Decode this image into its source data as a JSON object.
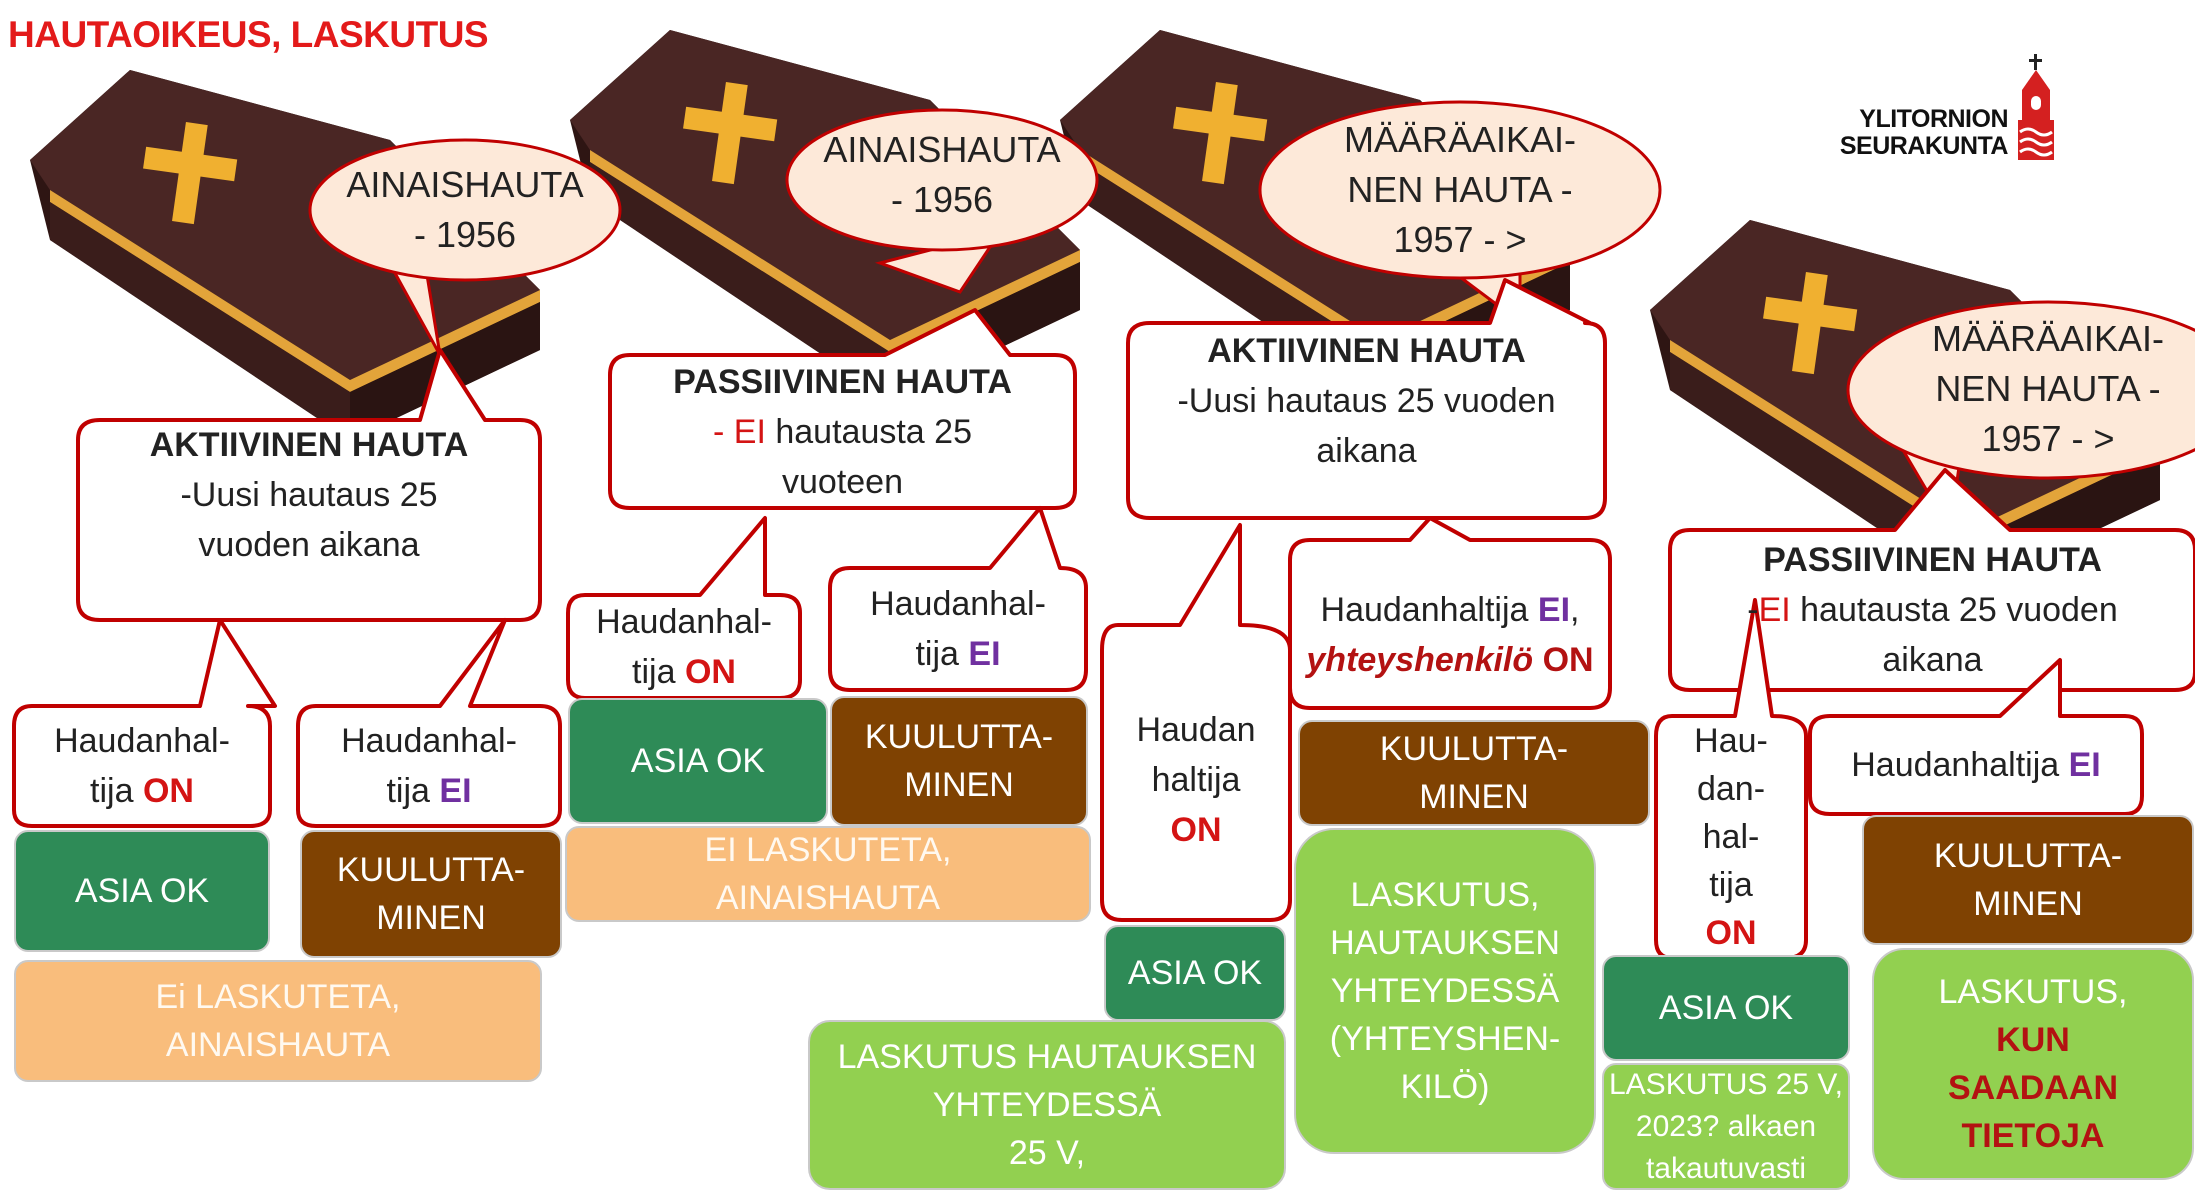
{
  "title": "HAUTAOIKEUS, LASKUTUS",
  "logo": {
    "line1": "YLITORNION",
    "line2": "SEURAKUNTA"
  },
  "colors": {
    "title_red": "#e31a1a",
    "bubble_outline": "#c00000",
    "ellipse_fill": "#fde9d9",
    "ok_green": "#2e8b57",
    "announce_brown": "#7f4202",
    "peach": "#f9bd7c",
    "lime": "#92d050",
    "purple": "#7030a0",
    "coffin": "#4a2624",
    "cross": "#f0b030"
  },
  "icons": [
    "coffin-icon",
    "cross-icon",
    "church-icon"
  ],
  "col1": {
    "ellipse": {
      "l1": "AINAISHAUTA",
      "l2": "- 1956"
    },
    "callout": {
      "head": "AKTIIVINEN HAUTA",
      "l1": "-Uusi hautaus 25",
      "l2": "vuoden aikana"
    },
    "left": {
      "pre": "Haudanhal-",
      "pre2": "tija ",
      "em": "ON"
    },
    "right": {
      "pre": "Haudanhal-",
      "pre2": "tija ",
      "em": "EI"
    },
    "box_ok": "ASIA OK",
    "box_kuul": {
      "l1": "KUULUTTA-",
      "l2": "MINEN"
    },
    "box_peach": {
      "l1": "Ei LASKUTETA,",
      "l2": "AINAISHAUTA"
    }
  },
  "col2": {
    "ellipse": {
      "l1": "AINAISHAUTA",
      "l2": "- 1956"
    },
    "callout": {
      "head": "PASSIIVINEN HAUTA",
      "dash": "- ",
      "ei": "EI",
      "rest": " hautausta 25",
      "l2": "vuoteen"
    },
    "left": {
      "pre": "Haudanhal-",
      "pre2": "tija ",
      "em": "ON"
    },
    "right": {
      "pre": "Haudanhal-",
      "pre2": "tija ",
      "em": "EI"
    },
    "box_ok": "ASIA OK",
    "box_kuul": {
      "l1": "KUULUTTA-",
      "l2": "MINEN"
    },
    "box_peach": {
      "l1": "EI LASKUTETA,",
      "l2": "AINAISHAUTA"
    }
  },
  "col3": {
    "ellipse": {
      "l1": "MÄÄRÄAIKAI-",
      "l2": "NEN HAUTA  -",
      "l3": "1957 - >"
    },
    "callout": {
      "head": "AKTIIVINEN HAUTA",
      "l1": "-Uusi hautaus 25 vuoden",
      "l2": "aikana"
    },
    "left": {
      "l1": "Haudan",
      "l2": "haltija",
      "em": "ON"
    },
    "right": {
      "pre": "Haudanhaltija ",
      "ei": "EI",
      "comma": ",",
      "yh": "yhteyshenkilö",
      "on": " ON"
    },
    "box_ok": "ASIA OK",
    "box_kuul": {
      "l1": "KUULUTTA-",
      "l2": "MINEN"
    },
    "box_lime_left": {
      "l1": "LASKUTUS HAUTAUKSEN",
      "l2": "YHTEYDESSÄ",
      "l3": "25 V,"
    },
    "box_lime_right": {
      "l1": "LASKUTUS,",
      "l2": "HAUTAUKSEN",
      "l3": "YHTEYDESSÄ",
      "l4": "(YHTEYSHEN-",
      "l5": "KILÖ)"
    }
  },
  "col4": {
    "ellipse": {
      "l1": "MÄÄRÄAIKAI-",
      "l2": "NEN HAUTA  -",
      "l3": "1957 - >"
    },
    "callout": {
      "head": "PASSIIVINEN HAUTA",
      "dash": "-",
      "ei": "EI",
      "rest": " hautausta 25 vuoden",
      "l2": "aikana"
    },
    "left": {
      "l1": "Hau-",
      "l2": "dan-",
      "l3": "hal-",
      "l4": "tija",
      "em": "ON"
    },
    "right": {
      "pre": "Haudanhaltija ",
      "em": "EI"
    },
    "box_ok": "ASIA OK",
    "box_kuul": {
      "l1": "KUULUTTA-",
      "l2": "MINEN"
    },
    "box_lime_left": {
      "l1": "LASKUTUS 25 V,",
      "l2": "2023? alkaen",
      "l3": "takautuvasti"
    },
    "box_lime_right": {
      "l1": "LASKUTUS,",
      "l2": "KUN",
      "l3": "SAADAAN",
      "l4": "TIETOJA"
    }
  }
}
